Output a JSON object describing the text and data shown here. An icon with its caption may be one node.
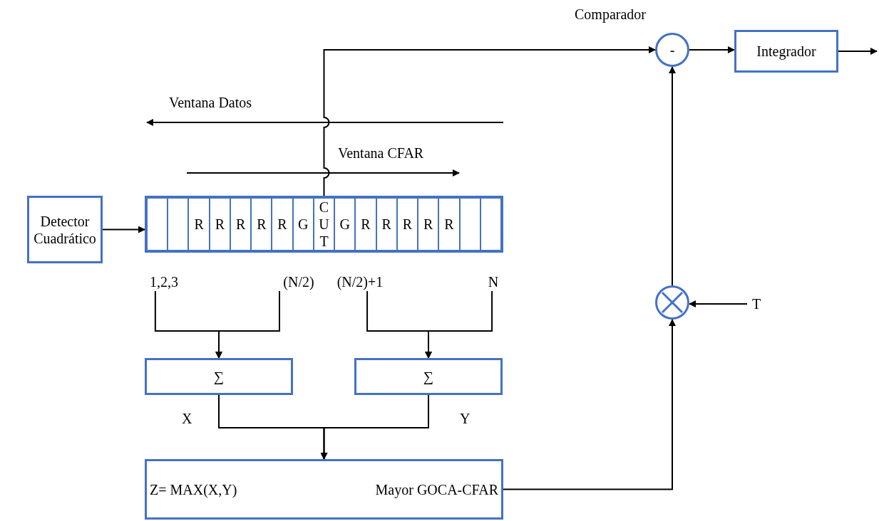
{
  "diagram": {
    "nodes": [
      {
        "text": [
          "Detector Cuadrático"
        ]
      },
      {
        "text": [],
        "shape": "box"
      },
      {
        "text": [],
        "shape": "box",
        "in": 1
      },
      {
        "text": [],
        "shape": "box",
        "in": 1
      },
      {
        "text": [
          "R"
        ],
        "in": 1
      },
      {
        "text": [
          "R"
        ],
        "in": 1
      },
      {
        "text": [
          "R"
        ],
        "in": 1
      },
      {
        "text": [
          "R"
        ],
        "in": 1
      },
      {
        "text": [
          "R"
        ],
        "in": 1
      },
      {
        "text": [
          "G"
        ],
        "in": 1
      },
      {
        "text": [
          "CUT"
        ],
        "in": 1
      },
      {
        "text": [
          "G"
        ],
        "in": 1
      },
      {
        "text": [
          "R"
        ],
        "in": 1
      },
      {
        "text": [
          "R"
        ],
        "in": 1
      },
      {
        "text": [
          "R"
        ],
        "in": 1
      },
      {
        "text": [
          "R"
        ],
        "in": 1
      },
      {
        "text": [
          "R"
        ],
        "in": 1
      },
      {
        "text": [],
        "shape": "box",
        "in": 1
      },
      {
        "text": [],
        "shape": "box",
        "in": 1
      },
      {
        "text": [
          "1,2,3"
        ]
      },
      {
        "text": [
          "(N/2)"
        ]
      },
      {
        "text": [
          "(N/2)+1"
        ]
      },
      {
        "text": [
          "N"
        ]
      },
      {
        "text": [
          "∑"
        ],
        "beside": [
          "X"
        ]
      },
      {
        "text": [
          "∑"
        ],
        "beside": [
          "Y"
        ]
      },
      {
        "text": [
          "Z= MAX(X,Y)",
          "Mayor GOCA-CFAR"
        ]
      },
      {
        "text": [],
        "shape": "circle"
      },
      {
        "text": [
          "T"
        ]
      },
      {
        "text": [
          "-"
        ],
        "beside": [
          "Comparador"
        ]
      },
      {
        "text": [
          "Integrador"
        ]
      }
    ],
    "edges": [
      {
        "from": 0,
        "to": 1,
        "arrow": "to"
      },
      {
        "from": 10,
        "to": 28,
        "arrow": "to"
      },
      {
        "from": 19,
        "to": 23,
        "arrow": "to"
      },
      {
        "from": 20,
        "to": 23,
        "arrow": "to"
      },
      {
        "from": 21,
        "to": 24,
        "arrow": "to"
      },
      {
        "from": 22,
        "to": 24,
        "arrow": "to"
      },
      {
        "from": 23,
        "to": 25,
        "arrow": "to"
      },
      {
        "from": 24,
        "to": 25,
        "arrow": "to"
      },
      {
        "from": 25,
        "to": 26,
        "arrow": "to"
      },
      {
        "from": 27,
        "to": 26,
        "arrow": "to"
      },
      {
        "from": 26,
        "to": 28,
        "arrow": "to"
      },
      {
        "from": 28,
        "to": 29,
        "arrow": "to"
      },
      {
        "from": 29,
        "to": null,
        "arrow": "to"
      }
    ],
    "labels": [
      "Ventana Datos",
      "Ventana CFAR"
    ]
  }
}
